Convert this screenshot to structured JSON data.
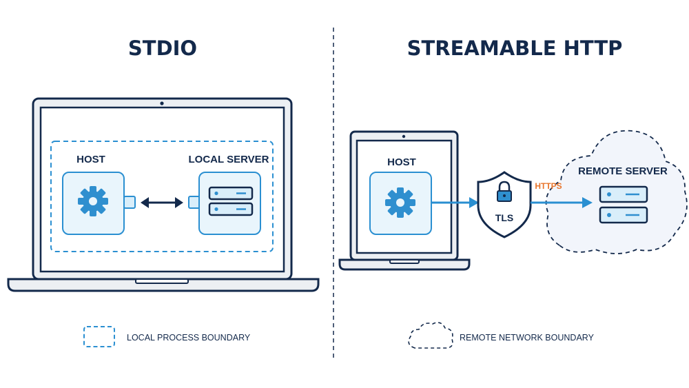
{
  "stdio": {
    "title": "STDIO",
    "host_label": "HOST",
    "server_label": "LOCAL SERVER",
    "legend_label": "LOCAL PROCESS BOUNDARY"
  },
  "http": {
    "title": "STREAMABLE HTTP",
    "host_label": "HOST",
    "server_label": "REMOTE SERVER",
    "tls_label": "TLS",
    "https_label": "HTTPS",
    "legend_label": "REMOTE NETWORK BOUNDARY"
  },
  "colors": {
    "navy": "#13294b",
    "accent_blue": "#2a8fd1",
    "icon_blue": "#2f8fcf",
    "card_fill": "#e9f5fc",
    "server_unit_fill": "#d9eefa",
    "cloud_fill": "#f2f5fb",
    "https_orange": "#e8742a",
    "laptop_frame": "#eceff3"
  },
  "icons": [
    "gear-icon",
    "server-icon",
    "lock-icon",
    "shield-icon",
    "cloud-icon",
    "laptop-icon"
  ]
}
